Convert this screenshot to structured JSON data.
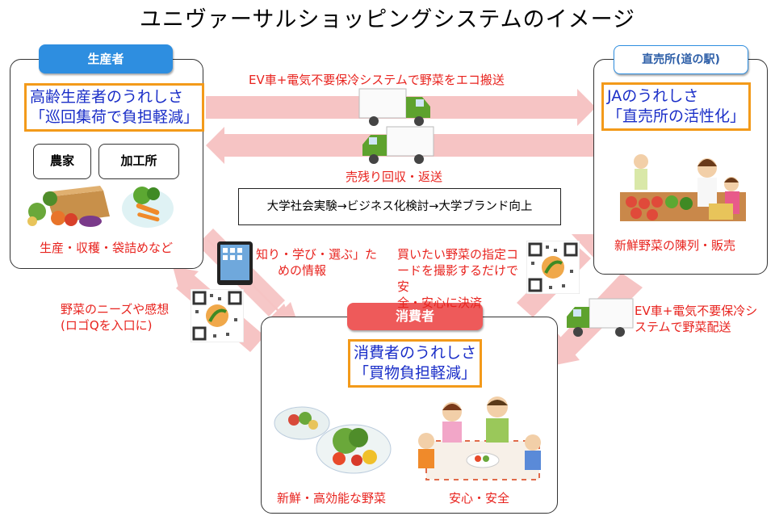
{
  "title": "ユニヴァーサルショッピングシステムのイメージ",
  "producer": {
    "tab": "生産者",
    "highlight_line1": "高齢生産者のうれしさ",
    "highlight_line2": "「巡回集荷で負担軽減」",
    "button_farm": "農家",
    "button_processing": "加工所",
    "caption": "生産・収穫・袋詰めなど"
  },
  "store": {
    "tab": "直売所(道の駅)",
    "highlight_line1": "JAのうれしさ",
    "highlight_line2": "「直売所の活性化」",
    "caption": "新鮮野菜の陳列・販売"
  },
  "consumer": {
    "tab": "消費者",
    "highlight_line1": "消費者のうれしさ",
    "highlight_line2": "「買物負担軽減」",
    "caption_left": "新鮮・高効能な野菜",
    "caption_right": "安心・安全"
  },
  "labels": {
    "eco_transport": "EV車+電気不要保冷システムで野菜をエコ搬送",
    "return": "売残り回収・返送",
    "flow": "大学社会実験→ビジネス化検討→大学ブランド向上",
    "info_line1": "知り・学び・選ぶ」た",
    "info_line2": "めの情報",
    "needs_line1": "野菜のニーズや感想",
    "needs_line2": "(ロゴQを入口に)",
    "pay_line1": "買いたい野菜の指定コ",
    "pay_line2": "ードを撮影するだけで安",
    "pay_line3": "全・安心に決済",
    "delivery_line1": "EV車+電気不要保冷シ",
    "delivery_line2": "ステムで野菜配送"
  },
  "colors": {
    "producer_tab": "#2e8ee0",
    "store_tab_text": "#2e5fa8",
    "consumer_tab": "#ee5a5a",
    "highlight_border": "#f39a1a",
    "highlight_text": "#1a2ec8",
    "label_red": "#e8231e",
    "arrow_pink": "#f6c4c4",
    "truck_green": "#5ea22e"
  }
}
